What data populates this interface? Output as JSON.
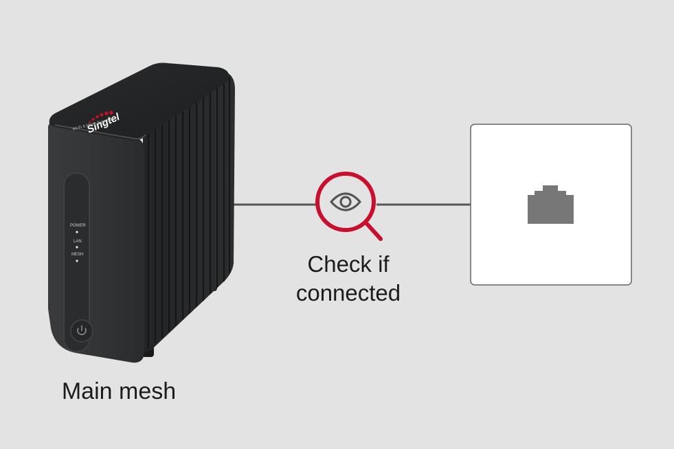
{
  "colors": {
    "background": "#e3e3e3",
    "accent": "#c8102e",
    "line": "#555555",
    "device_body": "#2e2f31",
    "port": "#777777",
    "wall_plate": "#ffffff"
  },
  "device": {
    "brand": "Singtel",
    "model_text": "Wi-Fi 6 Mesh Extender",
    "indicators": [
      "POWER",
      "LAN",
      "MESH"
    ],
    "power_button_icon": "power-icon"
  },
  "labels": {
    "main_mesh": "Main mesh",
    "check_line1": "Check if",
    "check_line2": "connected"
  },
  "icons": {
    "inspect": "magnifier-eye-icon",
    "port": "ethernet-port-icon"
  }
}
